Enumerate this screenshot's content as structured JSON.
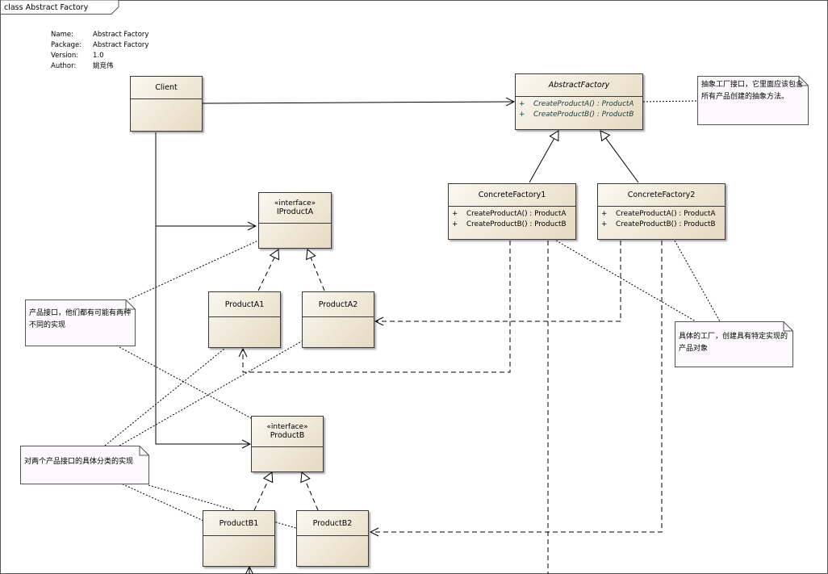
{
  "frame": {
    "title": "class Abstract Factory"
  },
  "meta": [
    {
      "key": "Name:",
      "value": "Abstract Factory"
    },
    {
      "key": "Package:",
      "value": "Abstract Factory"
    },
    {
      "key": "Version:",
      "value": "1.0"
    },
    {
      "key": "Author:",
      "value": "姚竞伟"
    }
  ],
  "classes": {
    "client": {
      "name": "Client"
    },
    "abstract_factory": {
      "name": "AbstractFactory",
      "ops": [
        "CreateProductA() : ProductA",
        "CreateProductB() : ProductB"
      ]
    },
    "concrete_factory1": {
      "name": "ConcreteFactory1",
      "ops": [
        "CreateProductA() : ProductA",
        "CreateProductB() : ProductB"
      ]
    },
    "concrete_factory2": {
      "name": "ConcreteFactory2",
      "ops": [
        "CreateProductA() : ProductA",
        "CreateProductB() : ProductB"
      ]
    },
    "iproduct_a": {
      "stereotype": "«interface»",
      "name": "IProductA"
    },
    "product_a1": {
      "name": "ProductA1"
    },
    "product_a2": {
      "name": "ProductA2"
    },
    "product_b": {
      "stereotype": "«interface»",
      "name": "ProductB"
    },
    "product_b1": {
      "name": "ProductB1"
    },
    "product_b2": {
      "name": "ProductB2"
    }
  },
  "op_prefix": "+",
  "notes": {
    "abstract_factory_note": "抽象工厂接口，它里面应该包含所有产品创建的抽象方法。",
    "concrete_factory_note": "具体的工厂，创建具有特定实现的产品对象",
    "product_interface_note": "产品接口，他们都有可能有两种不同的实现",
    "product_impl_note": "对两个产品接口的具体分类的实现"
  }
}
